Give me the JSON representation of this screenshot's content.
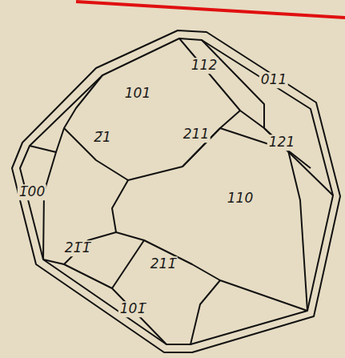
{
  "diagram": {
    "labels": [
      "112",
      "011",
      "101",
      "2̄1",
      "211",
      "121",
      "1̄00",
      "110",
      "21̄1̄",
      "211̄",
      "101̄"
    ]
  }
}
